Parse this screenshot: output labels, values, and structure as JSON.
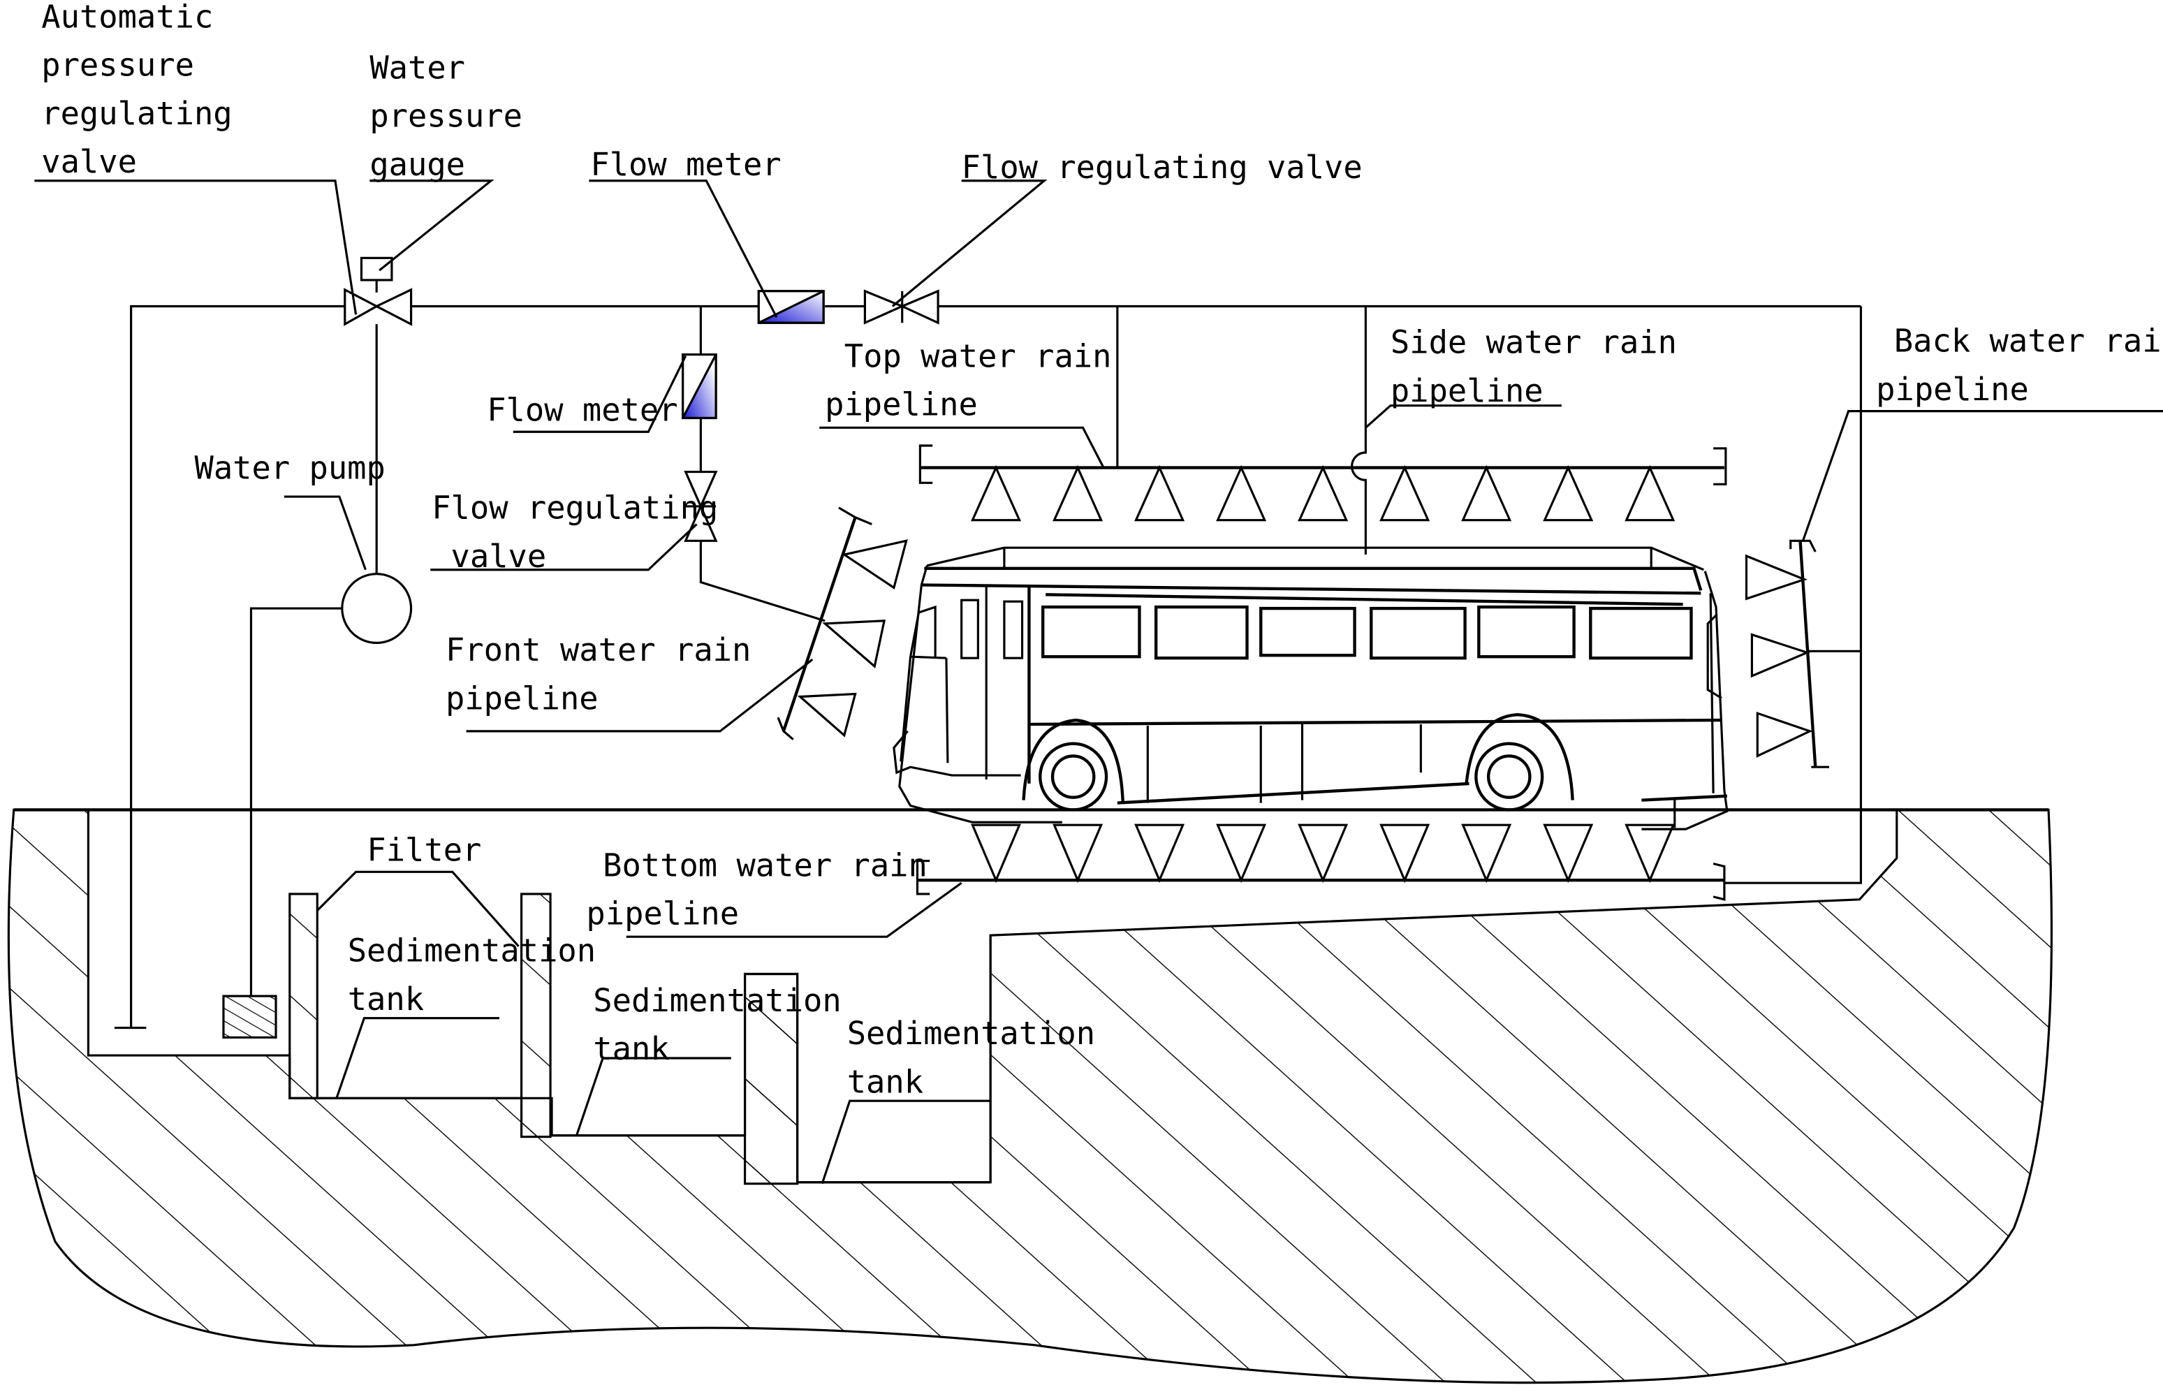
{
  "diagram": {
    "title": "Water rain test system for bus",
    "colors": {
      "line": "#000000",
      "background": "#ffffff",
      "flow_meter_fill": "#1a1ad6"
    },
    "labels": {
      "auto_valve": [
        "Automatic",
        "pressure",
        "regulating",
        "valve"
      ],
      "pressure_gauge": [
        "Water",
        "pressure",
        "gauge"
      ],
      "flow_meter_top": "Flow meter",
      "flow_valve_top": "Flow regulating valve",
      "flow_meter_side": "Flow meter",
      "water_pump": "Water pump",
      "flow_valve_side": [
        "Flow regulating",
        " valve"
      ],
      "top_pipeline": [
        "Top water rain",
        "pipeline"
      ],
      "side_pipeline": [
        "Side water rain",
        "pipeline"
      ],
      "back_pipeline": [
        "Back water rain",
        "pipeline"
      ],
      "front_pipeline": [
        "Front water rain",
        "pipeline"
      ],
      "filter": "Filter",
      "bottom_pipeline": [
        "Bottom water rain",
        "pipeline"
      ],
      "sedimentation_tank_1": [
        "Sedimentation",
        "tank"
      ],
      "sedimentation_tank_2": [
        "Sedimentation",
        "tank"
      ],
      "sedimentation_tank_3": [
        "Sedimentation",
        "tank"
      ]
    },
    "nozzles": {
      "top_count": 9,
      "bottom_count": 9,
      "front_count": 3,
      "back_count": 3
    }
  }
}
